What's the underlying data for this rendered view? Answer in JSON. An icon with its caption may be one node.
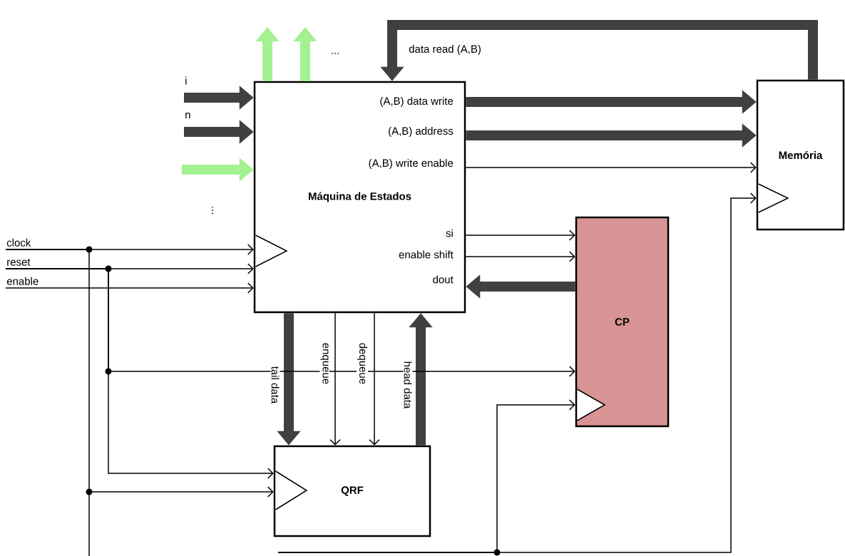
{
  "diagram": {
    "nodes": [
      {
        "text": [
          "Máquina de Estados",
          "(A,B) data write",
          "(A,B) address",
          "(A,B) write enable",
          "si",
          "enable shift",
          "dout"
        ]
      },
      {
        "text": [
          "Memória"
        ]
      },
      {
        "text": [
          "CP"
        ]
      },
      {
        "text": [
          "QRF"
        ]
      },
      {
        "text": [
          "clock"
        ]
      },
      {
        "text": [
          "reset"
        ]
      },
      {
        "text": [
          "enable"
        ]
      }
    ],
    "edges": [
      {
        "from": null,
        "to": 0,
        "arrow": "to",
        "label": "i",
        "style": "thick",
        "color": "#404040"
      },
      {
        "from": null,
        "to": 0,
        "arrow": "to",
        "label": "n",
        "style": "thick",
        "color": "#404040"
      },
      {
        "from": null,
        "to": 0,
        "arrow": "to",
        "style": "thick",
        "color": "#a3f191"
      },
      {
        "from": 0,
        "to": null,
        "arrow": "to",
        "style": "thick",
        "color": "#a3f191"
      },
      {
        "from": 0,
        "to": null,
        "arrow": "to",
        "style": "thick",
        "color": "#a3f191"
      },
      {
        "from": 1,
        "to": 0,
        "arrow": "to",
        "label": "data read (A,B)",
        "style": "thick",
        "color": "#404040"
      },
      {
        "from": 0,
        "to": 1,
        "arrow": "to",
        "style": "thick",
        "color": "#404040"
      },
      {
        "from": 0,
        "to": 1,
        "arrow": "to",
        "style": "thick",
        "color": "#404040"
      },
      {
        "from": 0,
        "to": 1,
        "arrow": "to"
      },
      {
        "from": 0,
        "to": 2,
        "arrow": "to"
      },
      {
        "from": 0,
        "to": 2,
        "arrow": "to"
      },
      {
        "from": 2,
        "to": 0,
        "arrow": "to",
        "style": "thick",
        "color": "#404040"
      },
      {
        "from": 0,
        "to": 3,
        "arrow": "to",
        "label": "tail data",
        "style": "thick",
        "color": "#404040"
      },
      {
        "from": 0,
        "to": 3,
        "arrow": "to",
        "label": "enqueue"
      },
      {
        "from": 0,
        "to": 3,
        "arrow": "to",
        "label": "dequeue"
      },
      {
        "from": 3,
        "to": 0,
        "arrow": "to",
        "label": "head data",
        "style": "thick",
        "color": "#404040"
      },
      {
        "from": 4,
        "to": 0,
        "arrow": "to"
      },
      {
        "from": 4,
        "to": 3,
        "arrow": "to"
      },
      {
        "from": 5,
        "to": 0,
        "arrow": "to"
      },
      {
        "from": 5,
        "to": 2,
        "arrow": "to"
      },
      {
        "from": 5,
        "to": 3,
        "arrow": "to"
      },
      {
        "from": 6,
        "to": 0,
        "arrow": "to"
      },
      {
        "from": null,
        "to": 2,
        "arrow": "to"
      },
      {
        "from": null,
        "to": 1,
        "arrow": "to"
      }
    ],
    "labels": [
      "...",
      "..."
    ]
  }
}
